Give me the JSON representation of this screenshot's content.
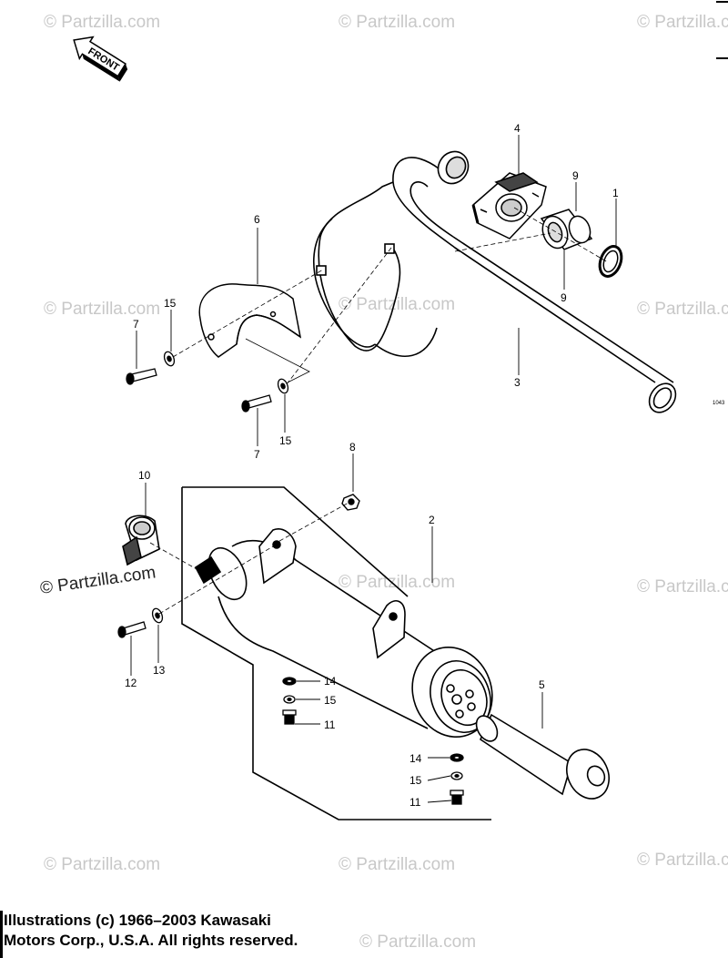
{
  "front_label": "FRONT",
  "diagram_code": "1043",
  "watermark_text": "© Partzilla.com",
  "watermarks_light": [
    {
      "text": "© Partzilla.com"
    },
    {
      "text": "© Partzilla.com"
    },
    {
      "text": "© Partzilla.com"
    },
    {
      "text": "© Partzilla.com"
    },
    {
      "text": "© Partzilla.com"
    },
    {
      "text": "© Partzilla.com"
    },
    {
      "text": "© Partzilla.com"
    },
    {
      "text": "© Partzilla.com"
    },
    {
      "text": "© Partzilla.com"
    },
    {
      "text": "© Partzilla.com"
    },
    {
      "text": "© Partzilla.com"
    },
    {
      "text": "© Partzilla.com"
    }
  ],
  "watermark_dark": "© Partzilla.com",
  "callouts": {
    "c1": "1",
    "c2": "2",
    "c3": "3",
    "c4": "4",
    "c5": "5",
    "c6": "6",
    "c7a": "7",
    "c7b": "7",
    "c8": "8",
    "c9a": "9",
    "c9b": "9",
    "c10": "10",
    "c11a": "11",
    "c11b": "11",
    "c12": "12",
    "c13": "13",
    "c14a": "14",
    "c14b": "14",
    "c15a": "15",
    "c15b": "15",
    "c15c": "15",
    "c15d": "15"
  },
  "copyright": {
    "line1": "Illustrations (c) 1966–2003 Kawasaki",
    "line2": "Motors Corp., U.S.A.  All rights reserved."
  },
  "colors": {
    "ink": "#000000",
    "watermark": "#c8c8c8",
    "background": "#ffffff"
  }
}
